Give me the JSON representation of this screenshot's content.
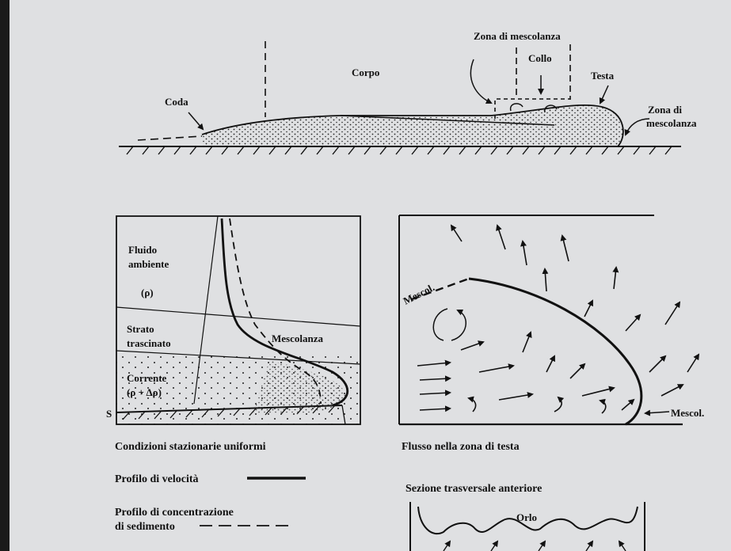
{
  "top_diagram": {
    "labels": {
      "coda": "Coda",
      "corpo": "Corpo",
      "zona_mescolanza_top": "Zona di mescolanza",
      "collo": "Collo",
      "testa": "Testa",
      "zona_di": "Zona di",
      "mescolanza": "mescolanza"
    }
  },
  "left_diagram": {
    "labels": {
      "fluido": "Fluido",
      "ambiente": "ambiente",
      "rho": "(ρ)",
      "strato": "Strato",
      "trascinato": "trascinato",
      "corrente": "Corrente",
      "corrente_density": "(ρ + Δρ)",
      "mescolanza": "Mescolanza",
      "s": "S"
    },
    "caption": "Condizioni stazionarie uniformi"
  },
  "right_diagram": {
    "labels": {
      "mescol_top": "Mescol.",
      "mescol_bottom": "Mescol."
    },
    "caption": "Flusso nella zona di testa"
  },
  "legend": {
    "velocity": "Profilo di velocità",
    "concentration_line1": "Profilo di concentrazione",
    "concentration_line2": "di sedimento"
  },
  "cross_section": {
    "title": "Sezione trasversale anteriore",
    "orlo": "Orlo"
  }
}
